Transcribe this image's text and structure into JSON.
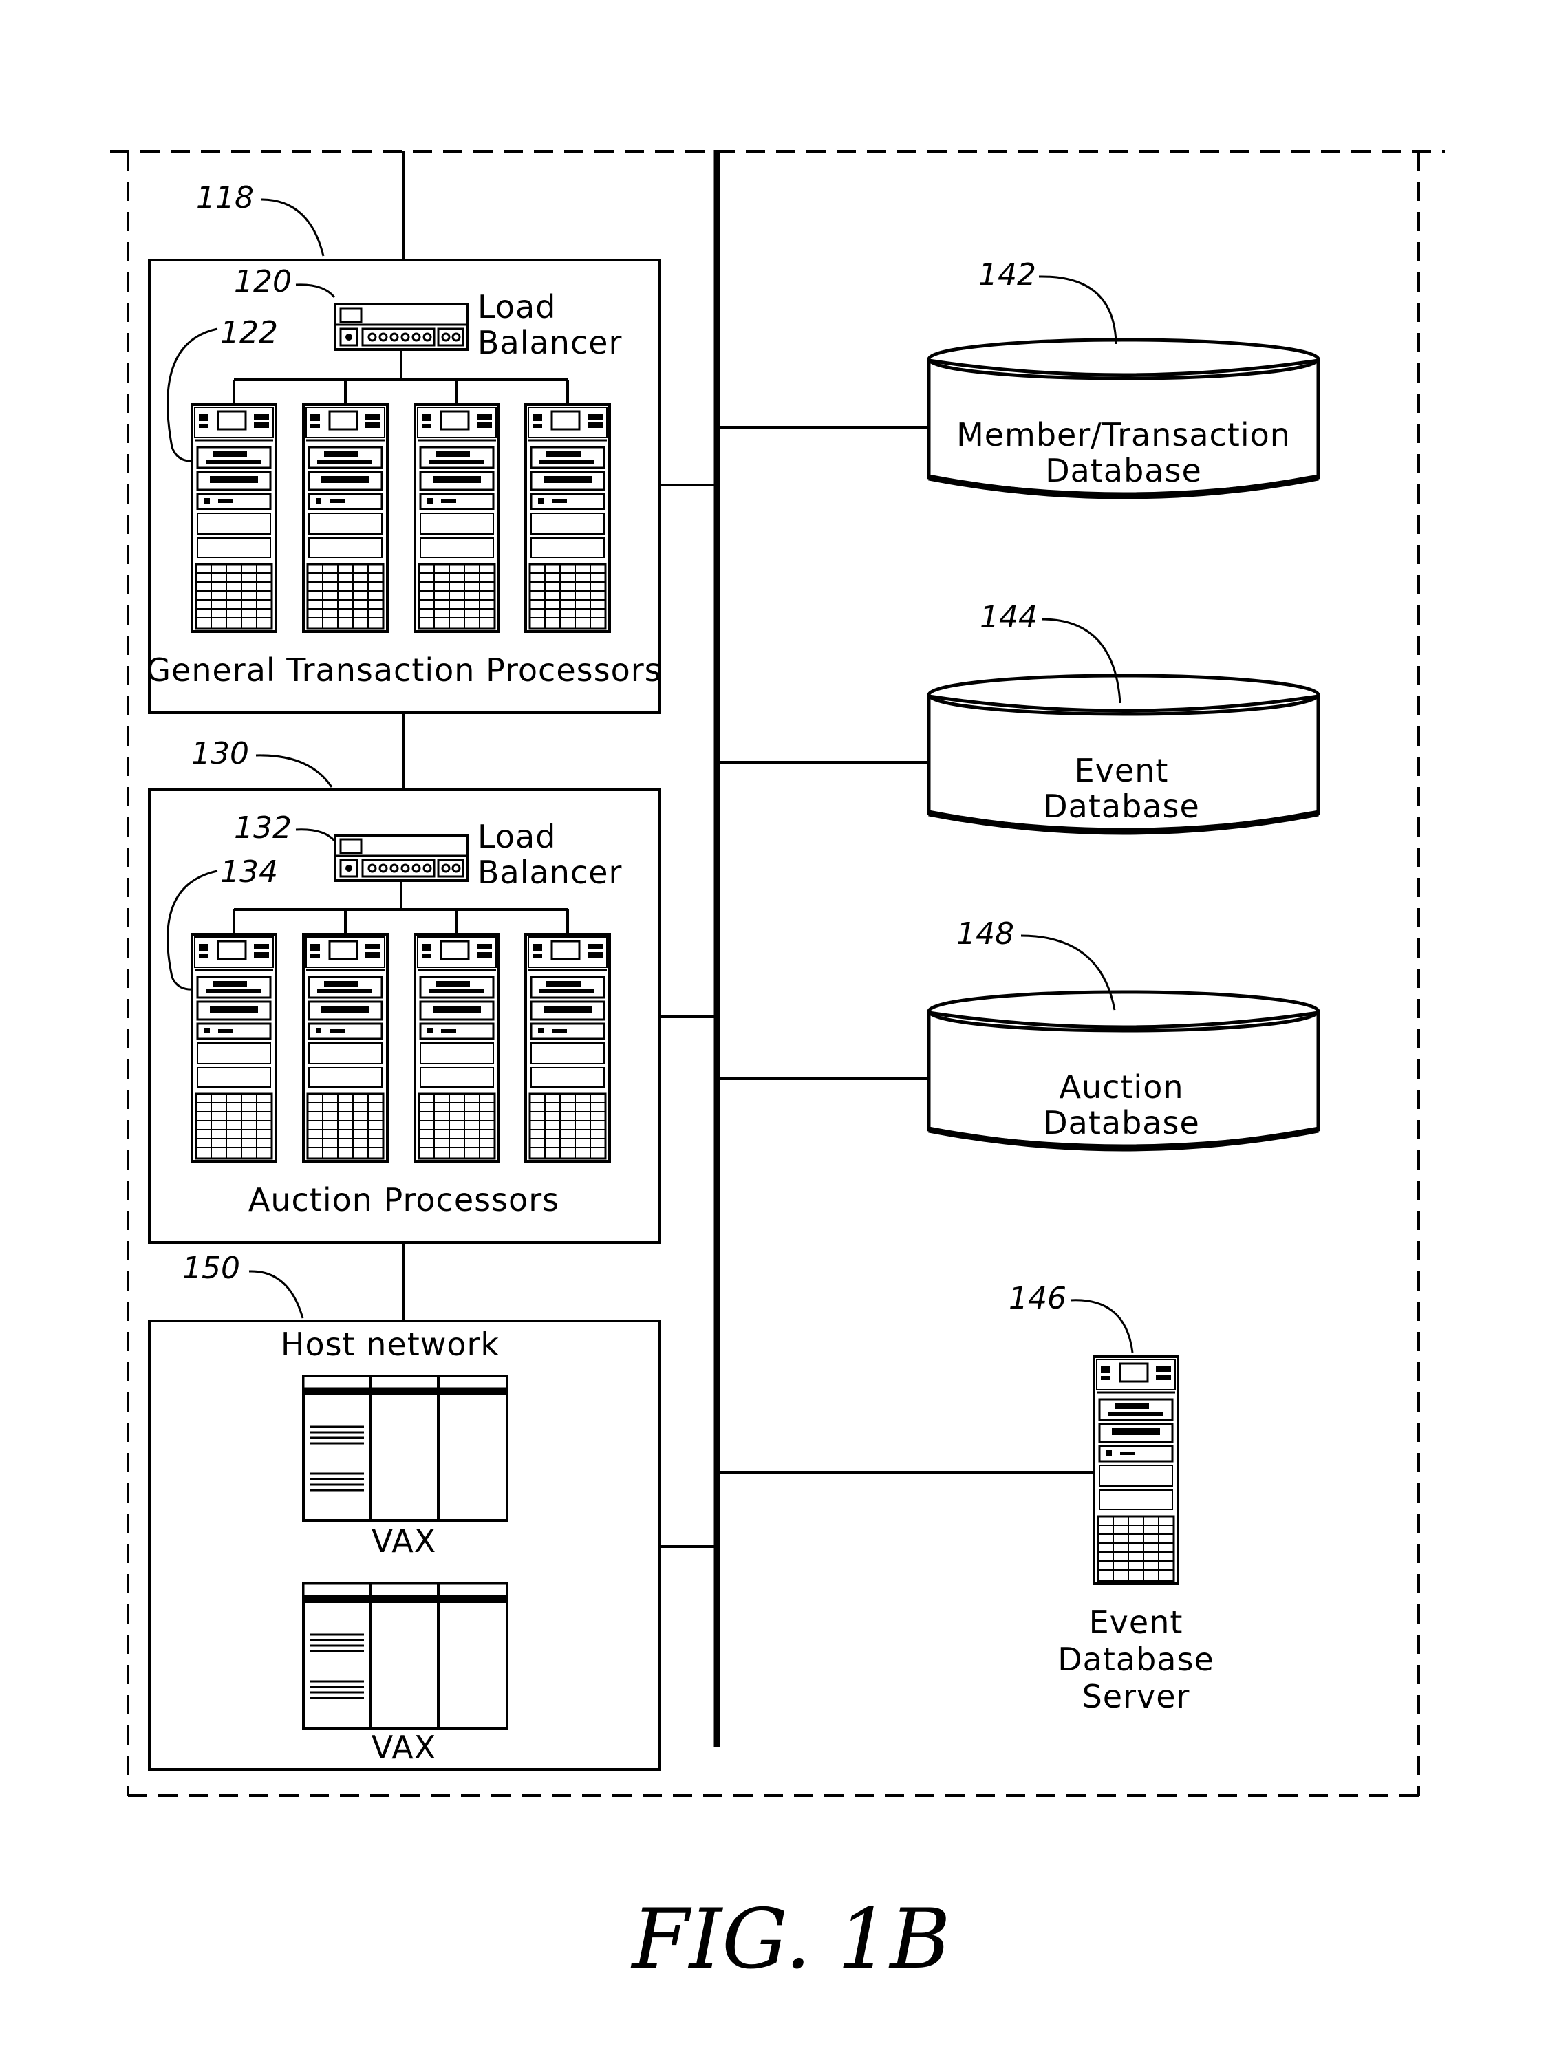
{
  "figure_label": "FIG. 1B",
  "groups": {
    "general": {
      "ref": "118",
      "balancer_ref": "120",
      "server_ref": "122",
      "balancer_label": [
        "Load",
        "Balancer"
      ],
      "label": "General Transaction Processors"
    },
    "auction": {
      "ref": "130",
      "balancer_ref": "132",
      "server_ref": "134",
      "balancer_label": [
        "Load",
        "Balancer"
      ],
      "label": "Auction Processors"
    },
    "host": {
      "ref": "150",
      "title": "Host network",
      "vax_labels": [
        "VAX",
        "VAX"
      ]
    }
  },
  "databases": [
    {
      "ref": "142",
      "lines": [
        "Member/Transaction",
        "Database"
      ]
    },
    {
      "ref": "144",
      "lines": [
        "Event",
        "Database"
      ]
    },
    {
      "ref": "148",
      "lines": [
        "Auction",
        "Database"
      ]
    }
  ],
  "event_server": {
    "ref": "146",
    "lines": [
      "Event",
      "Database",
      "Server"
    ]
  }
}
